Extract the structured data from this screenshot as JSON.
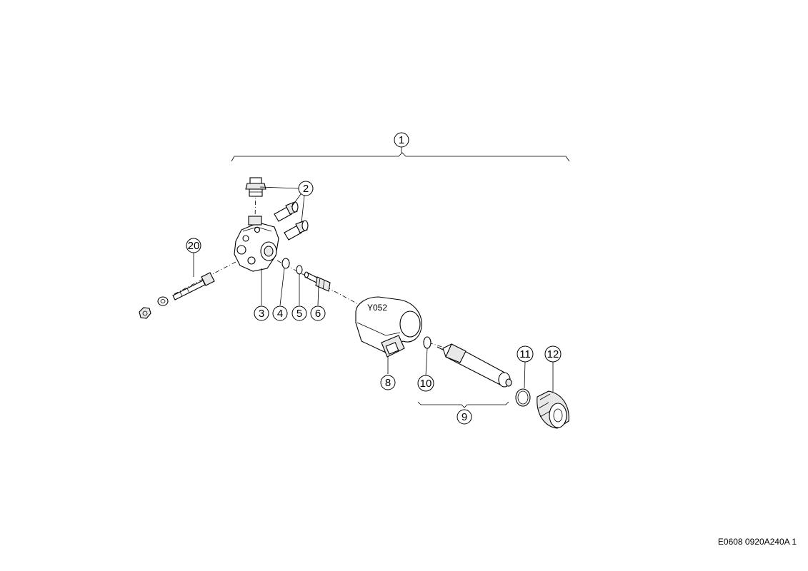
{
  "diagram": {
    "coil_label": "Y052",
    "reference_code": "E0608 0920A240A 1",
    "callouts": {
      "c1": "1",
      "c2": "2",
      "c3": "3",
      "c4": "4",
      "c5": "5",
      "c6": "6",
      "c8": "8",
      "c9": "9",
      "c10": "10",
      "c11": "11",
      "c12": "12",
      "c20": "20"
    }
  }
}
